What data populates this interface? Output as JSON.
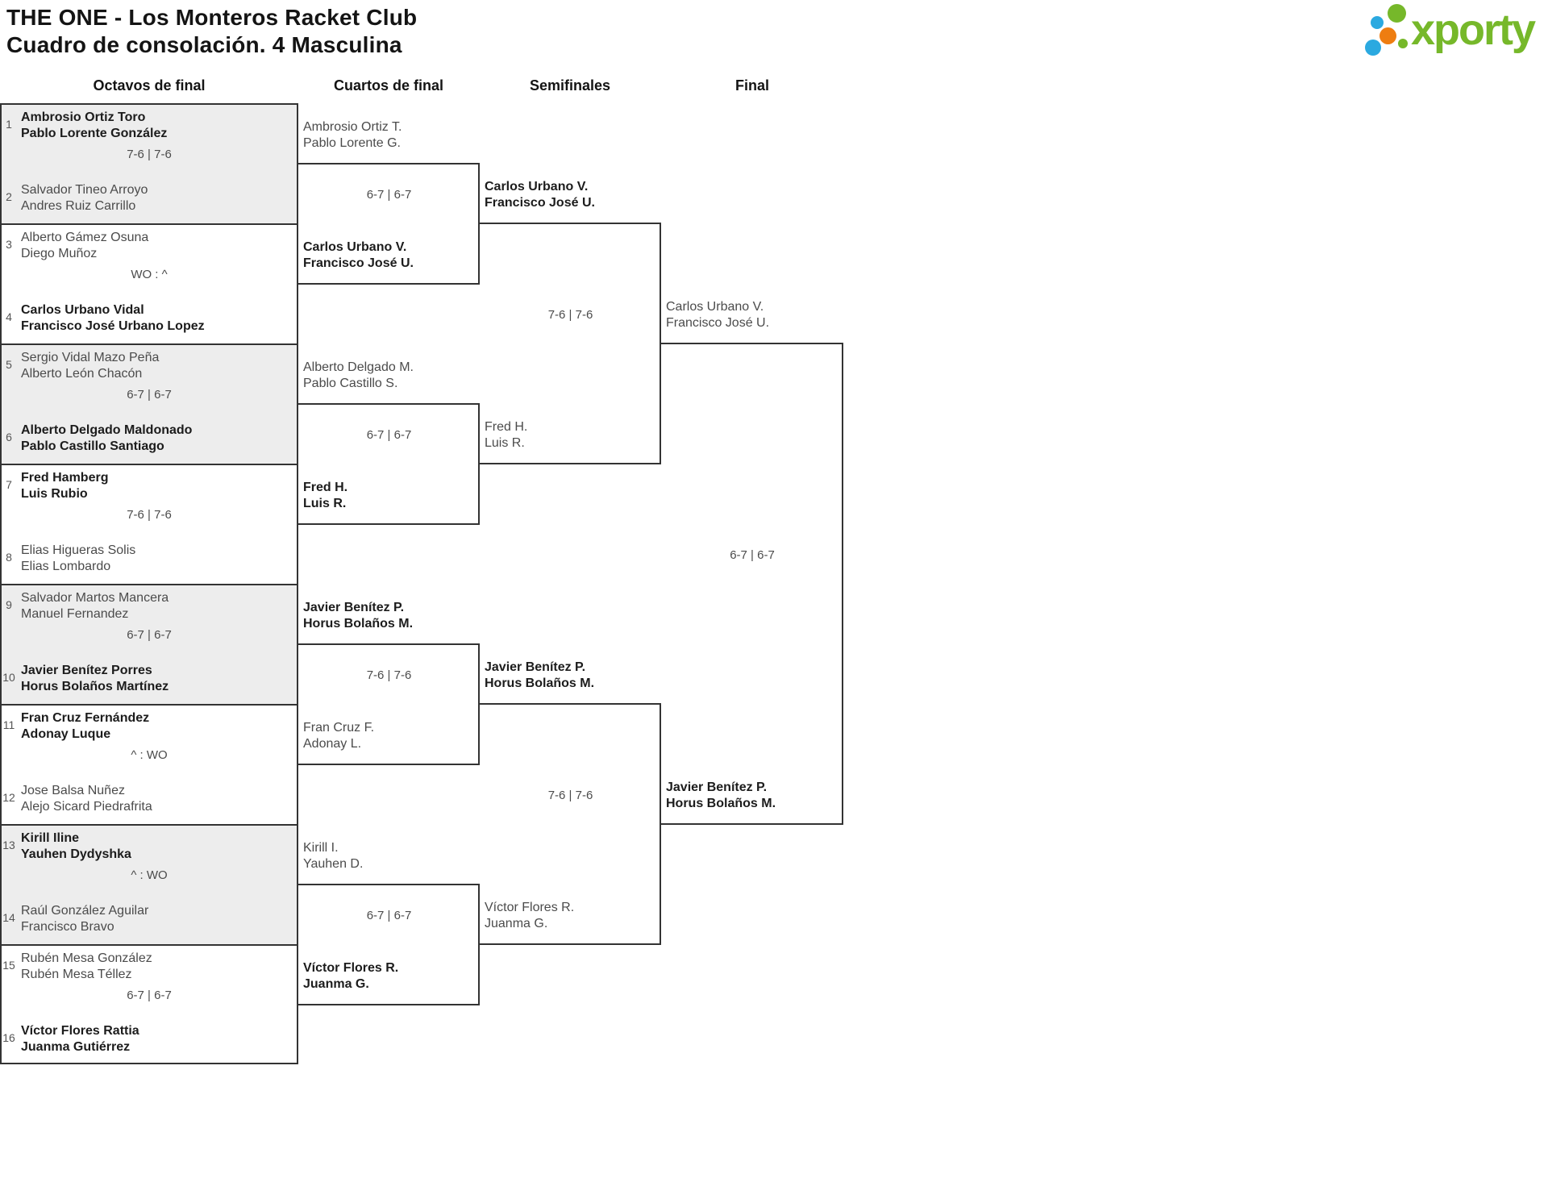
{
  "title": {
    "line1": "THE ONE - Los Monteros Racket Club",
    "line2": "Cuadro de consolación. 4 Masculina"
  },
  "logo": {
    "brand": "xporty",
    "colors": {
      "green": "#76b82a",
      "blue": "#2ba9e0",
      "orange": "#ee7d11"
    }
  },
  "round_headers": [
    "Octavos de final",
    "Cuartos de final",
    "Semifinales",
    "Final"
  ],
  "octavos": {
    "teams": [
      {
        "seed": "1",
        "p1": "Ambrosio Ortiz Toro",
        "p2": "Pablo Lorente González",
        "winner": true
      },
      {
        "seed": "2",
        "p1": "Salvador Tineo Arroyo",
        "p2": "Andres Ruiz Carrillo",
        "winner": false
      },
      {
        "seed": "3",
        "p1": "Alberto Gámez Osuna",
        "p2": "Diego Muñoz",
        "winner": false
      },
      {
        "seed": "4",
        "p1": "Carlos Urbano Vidal",
        "p2": "Francisco José Urbano Lopez",
        "winner": true
      },
      {
        "seed": "5",
        "p1": "Sergio Vidal Mazo Peña",
        "p2": "Alberto León Chacón",
        "winner": false
      },
      {
        "seed": "6",
        "p1": "Alberto Delgado Maldonado",
        "p2": "Pablo Castillo Santiago",
        "winner": true
      },
      {
        "seed": "7",
        "p1": "Fred Hamberg",
        "p2": "Luis Rubio",
        "winner": true
      },
      {
        "seed": "8",
        "p1": "Elias Higueras Solis",
        "p2": "Elias Lombardo",
        "winner": false
      },
      {
        "seed": "9",
        "p1": "Salvador Martos Mancera",
        "p2": "Manuel Fernandez",
        "winner": false
      },
      {
        "seed": "10",
        "p1": "Javier Benítez Porres",
        "p2": "Horus Bolaños Martínez",
        "winner": true
      },
      {
        "seed": "11",
        "p1": "Fran Cruz Fernández",
        "p2": "Adonay Luque",
        "winner": true
      },
      {
        "seed": "12",
        "p1": "Jose Balsa Nuñez",
        "p2": "Alejo Sicard Piedrafrita",
        "winner": false
      },
      {
        "seed": "13",
        "p1": "Kirill Iline",
        "p2": "Yauhen Dydyshka",
        "winner": true
      },
      {
        "seed": "14",
        "p1": "Raúl González Aguilar",
        "p2": "Francisco Bravo",
        "winner": false
      },
      {
        "seed": "15",
        "p1": "Rubén Mesa González",
        "p2": "Rubén Mesa Téllez",
        "winner": false
      },
      {
        "seed": "16",
        "p1": "Víctor Flores Rattia",
        "p2": "Juanma Gutiérrez",
        "winner": true
      }
    ],
    "scores": [
      "7-6 | 7-6",
      "WO : ^",
      "6-7 | 6-7",
      "7-6 | 7-6",
      "6-7 | 6-7",
      "^ : WO",
      "^ : WO",
      "6-7 | 6-7"
    ]
  },
  "cuartos": {
    "teams": [
      {
        "p1": "Ambrosio Ortiz T.",
        "p2": "Pablo Lorente G.",
        "winner": false
      },
      {
        "p1": "Carlos Urbano V.",
        "p2": "Francisco José U.",
        "winner": true
      },
      {
        "p1": "Alberto Delgado M.",
        "p2": "Pablo Castillo S.",
        "winner": false
      },
      {
        "p1": "Fred H.",
        "p2": "Luis R.",
        "winner": true
      },
      {
        "p1": "Javier Benítez P.",
        "p2": "Horus Bolaños M.",
        "winner": true
      },
      {
        "p1": "Fran Cruz F.",
        "p2": "Adonay L.",
        "winner": false
      },
      {
        "p1": "Kirill I.",
        "p2": "Yauhen D.",
        "winner": false
      },
      {
        "p1": "Víctor Flores R.",
        "p2": "Juanma G.",
        "winner": true
      }
    ],
    "scores": [
      "6-7 | 6-7",
      "6-7 | 6-7",
      "7-6 | 7-6",
      "6-7 | 6-7"
    ]
  },
  "semifinales": {
    "teams": [
      {
        "p1": "Carlos Urbano V.",
        "p2": "Francisco José U.",
        "winner": true
      },
      {
        "p1": "Fred H.",
        "p2": "Luis R.",
        "winner": false
      },
      {
        "p1": "Javier Benítez P.",
        "p2": "Horus Bolaños M.",
        "winner": true
      },
      {
        "p1": "Víctor Flores R.",
        "p2": "Juanma G.",
        "winner": false
      }
    ],
    "scores": [
      "7-6 | 7-6",
      "7-6 | 7-6"
    ]
  },
  "final": {
    "teams": [
      {
        "p1": "Carlos Urbano V.",
        "p2": "Francisco José U.",
        "winner": false
      },
      {
        "p1": "Javier Benítez P.",
        "p2": "Horus Bolaños M.",
        "winner": true
      }
    ],
    "score": "6-7 | 6-7"
  }
}
